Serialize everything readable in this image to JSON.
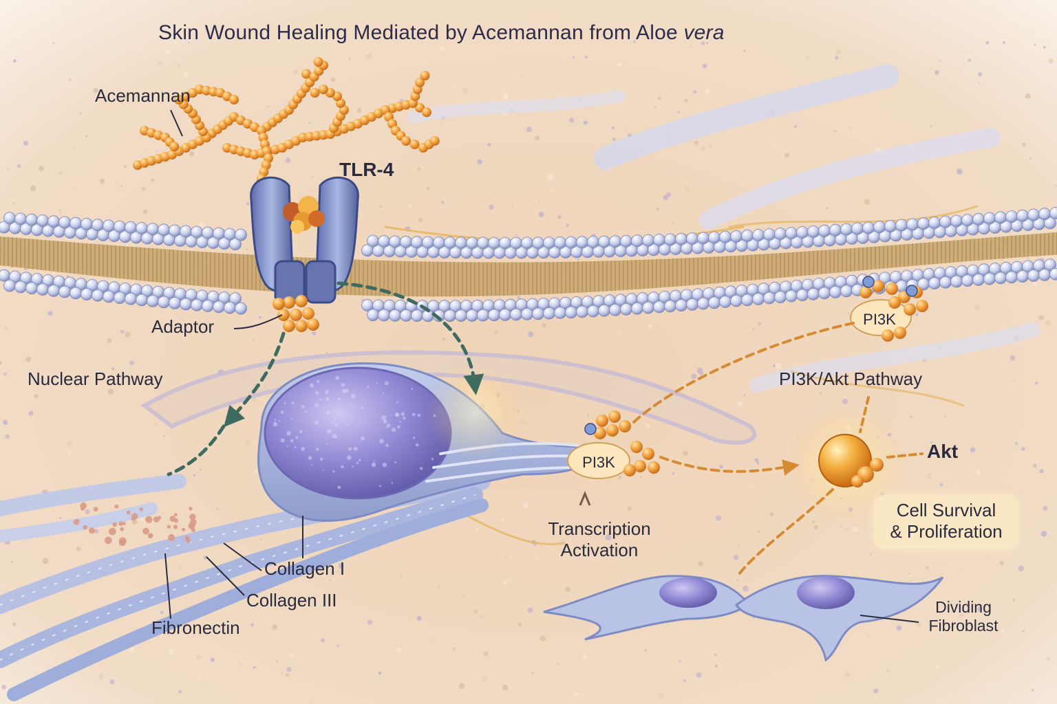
{
  "title": {
    "main": "Skin Wound Healing Mediated by Acemannan from Aloe ",
    "italic": "vera"
  },
  "labels": {
    "acemannan": "Acemannan",
    "tlr4": "TLR-4",
    "adaptor": "Adaptor",
    "nuclear_pathway": "Nuclear Pathway",
    "pi3k_membrane": "PI3K",
    "pi3k_cytoplasm": "PI3K",
    "pi3k_akt_pathway": "PI3K/Akt Pathway",
    "akt": "Akt",
    "transcription_line1": "Transcription",
    "transcription_line2": "Activation",
    "cell_survival_line1": "Cell Survival",
    "cell_survival_line2": "& Proliferation",
    "collagen_1": "Collagen I",
    "collagen_3": "Collagen III",
    "fibronectin": "Fibronectin",
    "dividing_line1": "Dividing",
    "dividing_line2": "Fibroblast"
  },
  "colors": {
    "background": "#f1dcc6",
    "membrane_head": "#c9d0ec",
    "membrane_tail": "#c9a46a",
    "acemannan": "#f0a040",
    "nucleus": "#8e86d2",
    "cell_body": "#aab8de",
    "green_arrow": "#3e6a60",
    "orange_arrow": "#d68a32",
    "label_text": "#2a2a3e"
  }
}
